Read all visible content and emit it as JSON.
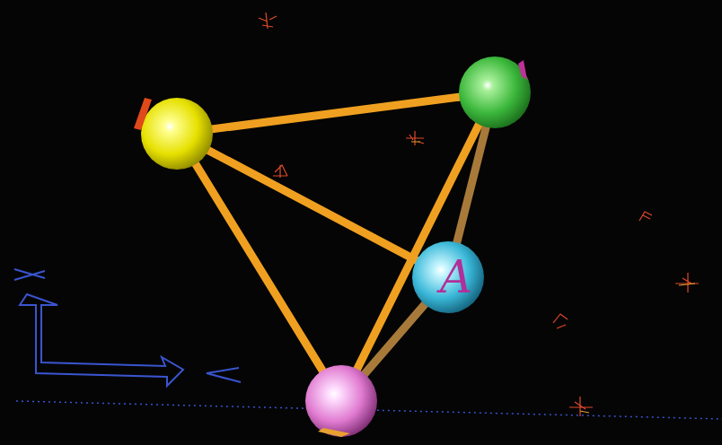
{
  "diagram": {
    "nodes": [
      {
        "text": []
      },
      {
        "text": []
      },
      {
        "text": [
          "A"
        ]
      },
      {
        "text": []
      }
    ],
    "edges": [
      {
        "from": 0,
        "to": 1,
        "arrow": "none"
      },
      {
        "from": 0,
        "to": 2,
        "arrow": "none"
      },
      {
        "from": 0,
        "to": 3,
        "arrow": "none"
      },
      {
        "from": 1,
        "to": 3,
        "arrow": "none"
      },
      {
        "from": 1,
        "to": 2,
        "arrow": "none"
      },
      {
        "from": 2,
        "to": 3,
        "arrow": "none"
      }
    ]
  }
}
